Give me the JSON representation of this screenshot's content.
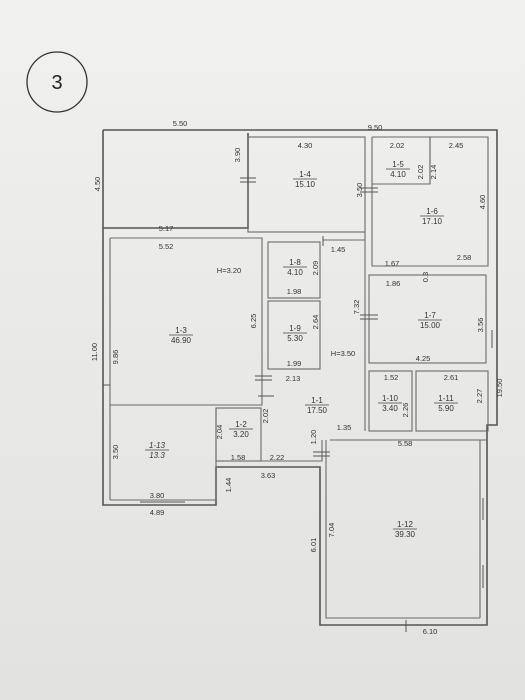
{
  "badge": "3",
  "exterior": {
    "top_left": "5.50",
    "top_right": "9.50",
    "left_top": "4.50",
    "left_overall": "11.00",
    "right_overall": "19.50",
    "bottom_left": "4.89",
    "bottom_right": "6.10",
    "step_vertical": "1.44",
    "step_horizontal": "3.63",
    "left_lower_height": "6.01"
  },
  "rooms": [
    {
      "id": "1-3",
      "area": "46.90"
    },
    {
      "id": "1-4",
      "area": "15.10"
    },
    {
      "id": "1-5",
      "area": "4.10"
    },
    {
      "id": "1-6",
      "area": "17.10"
    },
    {
      "id": "1-7",
      "area": "15.00"
    },
    {
      "id": "1-8",
      "area": "4.10"
    },
    {
      "id": "1-9",
      "area": "5.30"
    },
    {
      "id": "1-1",
      "area": "17.50"
    },
    {
      "id": "1-2",
      "area": "3.20"
    },
    {
      "id": "1-10",
      "area": "3.40"
    },
    {
      "id": "1-11",
      "area": "5.90"
    },
    {
      "id": "1-12",
      "area": "39.30"
    },
    {
      "id": "1-13",
      "area": "13.3"
    }
  ],
  "heights": {
    "room_1_3": "H=3.20",
    "room_1_1": "H=3.50"
  },
  "dims": {
    "d_5_17": "5.17",
    "d_5_52": "5.52",
    "d_3_90": "3.90",
    "d_4_30": "4.30",
    "d_3_50_a": "3.50",
    "d_2_02_a": "2.02",
    "d_2_45": "2.45",
    "d_2_02_b": "2.02",
    "d_2_14": "2.14",
    "d_4_60": "4.60",
    "d_1_45": "1.45",
    "d_1_67": "1.67",
    "d_2_58": "2.58",
    "d_0_3": "0.3",
    "d_1_86": "1.86",
    "d_3_56": "3.56",
    "d_4_25": "4.25",
    "d_2_09": "2.09",
    "d_1_98": "1.98",
    "d_2_64": "2.64",
    "d_1_99": "1.99",
    "d_7_32": "7.32",
    "d_6_25": "6.25",
    "d_9_86": "9.86",
    "d_2_13": "2.13",
    "d_2_02_c": "2.02",
    "d_1_35": "1.35",
    "d_1_52": "1.52",
    "d_2_61": "2.61",
    "d_2_26": "2.26",
    "d_2_27": "2.27",
    "d_2_04": "2.04",
    "d_1_58": "1.58",
    "d_2_22": "2.22",
    "d_1_20": "1.20",
    "d_5_58": "5.58",
    "d_3_50_b": "3.50",
    "d_3_80": "3.80",
    "d_7_04": "7.04"
  }
}
